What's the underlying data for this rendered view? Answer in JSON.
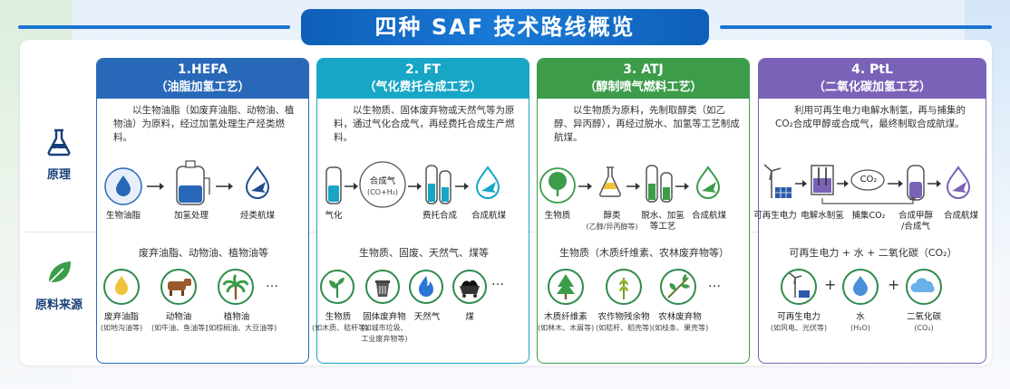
{
  "title": "四种 SAF 技术路线概览",
  "sides": {
    "principle": "原理",
    "material": "原料来源"
  },
  "colors": {
    "hefa": "#2868b8",
    "ft": "#17a6c6",
    "atj": "#3c9c4a",
    "ptl": "#7a62b8"
  },
  "columns": [
    {
      "num": "1.HEFA",
      "sub": "（油脂加氢工艺）",
      "desc": "以生物油脂（如废弃油脂、动物油、植物油）为原料，经过加氢处理生产烃类燃料。",
      "steps": [
        "生物油脂",
        "加氢处理",
        "烃类航煤"
      ],
      "mat_title": "废弃油脂、动物油、植物油等",
      "mats": [
        {
          "name": "废弃油脂",
          "note": "(如地沟油等)"
        },
        {
          "name": "动物油",
          "note": "(如牛油、鱼油等)"
        },
        {
          "name": "植物油",
          "note": "(如棕榈油、大豆油等)"
        }
      ]
    },
    {
      "num": "2. FT",
      "sub": "（气化费托合成工艺）",
      "desc": "以生物质、固体废弃物或天然气等为原料，通过气化合成气，再经费托合成生产燃料。",
      "steps": [
        "气化",
        "费托合成",
        "合成航煤"
      ],
      "syngas": "合成气",
      "syngas_formula": "(CO+H₂)",
      "mat_title": "生物质、固废、天然气、煤等",
      "mats": [
        {
          "name": "生物质",
          "note": "(如木质、秸秆等)"
        },
        {
          "name": "固体废弃物",
          "note": "(如城市垃圾、工业废弃物等)"
        },
        {
          "name": "天然气",
          "note": ""
        },
        {
          "name": "煤",
          "note": ""
        }
      ]
    },
    {
      "num": "3. ATJ",
      "sub": "（醇制喷气燃料工艺）",
      "desc": "以生物质为原料，先制取醇类（如乙醇、异丙醇），再经过脱水、加氢等工艺制成航煤。",
      "steps": [
        "生物质",
        "醇类",
        "脱水、加氢",
        "合成航煤"
      ],
      "step2_note": "(乙醇/异丙醇等)",
      "step3_note": "等工艺",
      "mat_title": "生物质（木质纤维素、农林废弃物等）",
      "mats": [
        {
          "name": "木质纤维素",
          "note": "(如林木、木屑等)"
        },
        {
          "name": "农作物残余物",
          "note": "(如秸秆、稻壳等)"
        },
        {
          "name": "农林废弃物",
          "note": "(如枝条、果壳等)"
        }
      ]
    },
    {
      "num": "4. PtL",
      "sub": "（二氧化碳加氢工艺）",
      "desc": "利用可再生电力电解水制氢，再与捕集的CO₂合成甲醇或合成气，最终制取合成航煤。",
      "steps": [
        "可再生电力",
        "电解水制氢",
        "捕集CO₂",
        "合成甲醇",
        "合成航煤"
      ],
      "step4_note": "/合成气",
      "co2": "CO₂",
      "mat_title": "可再生电力 + 水 + 二氧化碳（CO₂）",
      "mats": [
        {
          "name": "可再生电力",
          "note": "(如风电、光伏等)"
        },
        {
          "name": "水",
          "note": "(H₂O)"
        },
        {
          "name": "二氧化碳",
          "note": "(CO₂)"
        }
      ]
    }
  ]
}
